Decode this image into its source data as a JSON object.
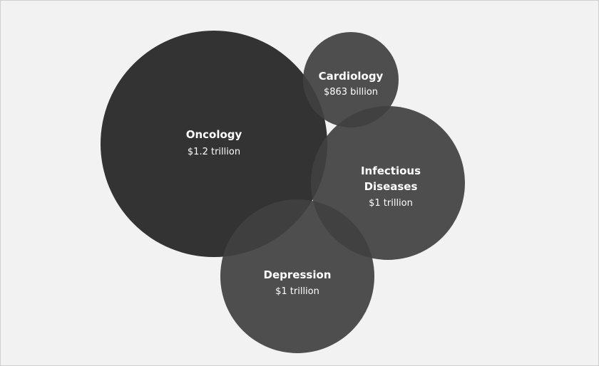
{
  "chart_data": {
    "type": "bubble",
    "bubbles": [
      {
        "name": "Oncology",
        "label_lines": [
          "Oncology"
        ],
        "value_label": "$1.2 trillion",
        "value": 1200,
        "unit": "billion USD",
        "color": "#333333"
      },
      {
        "name": "Cardiology",
        "label_lines": [
          "Cardiology"
        ],
        "value_label": "$863 billion",
        "value": 863,
        "unit": "billion USD",
        "color": "#404040"
      },
      {
        "name": "Infectious Diseases",
        "label_lines": [
          "Infectious",
          "Diseases"
        ],
        "value_label": "$1 trillion",
        "value": 1000,
        "unit": "billion USD",
        "color": "#404040"
      },
      {
        "name": "Depression",
        "label_lines": [
          "Depression"
        ],
        "value_label": "$1 trillion",
        "value": 1000,
        "unit": "billion USD",
        "color": "#404040"
      }
    ]
  }
}
